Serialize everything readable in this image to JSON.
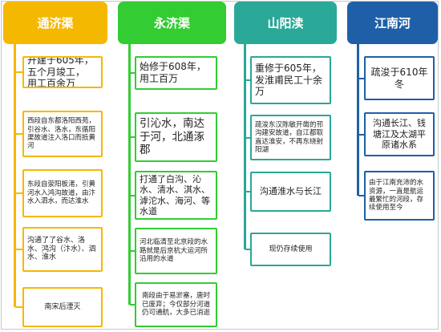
{
  "colors": {
    "col1": "#f5b800",
    "col2": "#33cc33",
    "col3": "#2aa898",
    "col4": "#1f5fa8",
    "text": "#222222"
  },
  "columns": [
    {
      "title": "通济渠",
      "items": [
        "开建于605年，\n五个月竣工，\n用工百余万",
        "西段自东都洛阳西苑，引谷水、洛水，东循阳渠故道注入洛口而抵黄河",
        "东段自荥阳板渚，引黄河水入鸿沟故道，由汴水入泗水，而达淮水",
        "沟通了了谷水、洛水、鸿沟（汴水）、泗水、淮水",
        "南宋后湮灭"
      ]
    },
    {
      "title": "永济渠",
      "items": [
        "始修于608年，\n用工百万",
        "引沁水，南达于河，北通涿郡",
        "打通了白沟、沁水、清水、淇水、滹沱水、海河、等水道",
        "河北临清至北京段的水路就是后京杭大运河所沿用的水道",
        "南段由于易淤塞，唐时已废弃；今仅部分河道仍可通航，大多已消逝"
      ]
    },
    {
      "title": "山阳渎",
      "items": [
        "重修于605年，发淮甫民工十余万",
        "疏浚东汉陈敏开凿的邗沟建安故道，自江都取直达淮安，不再东绕射阳湖",
        "沟通淮水与长江",
        "现仍存续使用"
      ]
    },
    {
      "title": "江南河",
      "items": [
        "疏浚于610年冬",
        "沟通长江、钱塘江及太湖平原诸水系",
        "由于江南充沛的水资源，一直是航运最繁忙的河段，存续使用至今"
      ]
    }
  ]
}
